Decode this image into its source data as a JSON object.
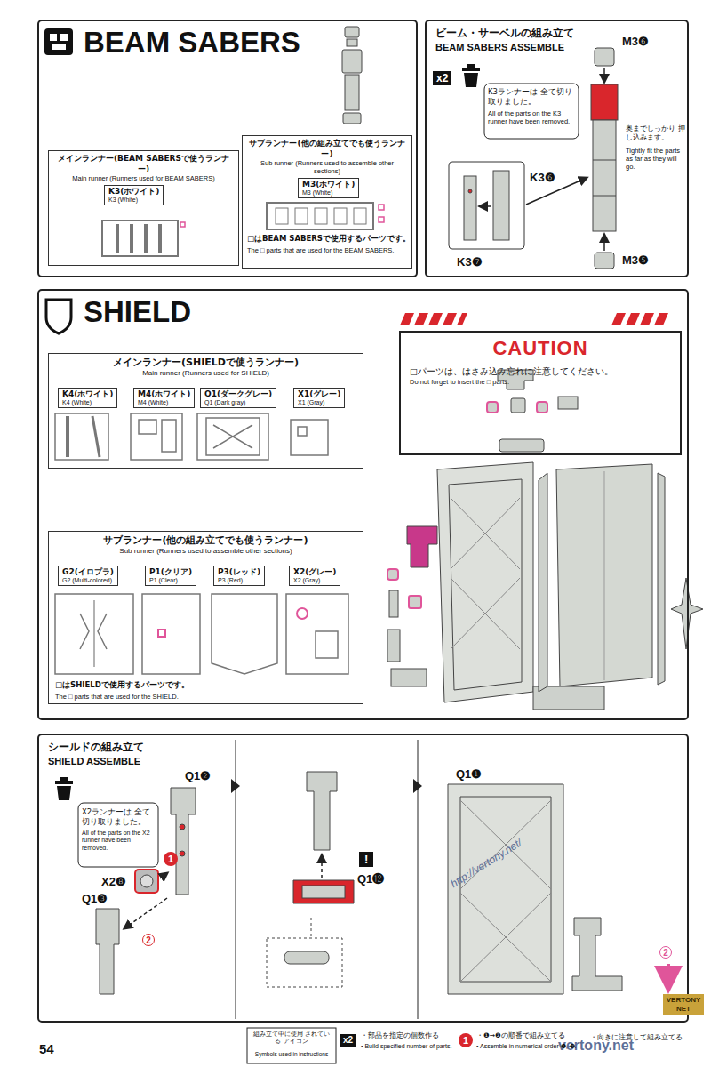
{
  "diagram": {
    "nodes": [
      {
        "text": [
          "BEAM SABERS"
        ]
      },
      {
        "text": [
          "メインランナー(BEAM SABERSで使うランナー)",
          "Main runner (Runners used for BEAM SABERS)"
        ],
        "in": 0
      },
      {
        "text": [
          "K3(ホワイト)",
          "K3 (White)"
        ],
        "in": 1
      },
      {
        "text": [
          "サブランナー(他の組み立てでも使うランナー)",
          "Sub runner (Runners used to assemble other sections)"
        ],
        "in": 0
      },
      {
        "text": [
          "M3(ホワイト)",
          "M3 (White)"
        ],
        "in": 3
      },
      {
        "text": [
          "ビーム・サーベルの組み立て",
          "BEAM SABERS ASSEMBLE"
        ]
      },
      {
        "text": [
          "SHIELD"
        ]
      },
      {
        "text": [
          "メインランナー(SHIELDで使うランナー)",
          "Main runner (Runners used for SHIELD)"
        ],
        "in": 6
      },
      {
        "text": [
          "K4(ホワイト)",
          "K4 (White)"
        ],
        "in": 7
      },
      {
        "text": [
          "M4(ホワイト)",
          "M4 (White)"
        ],
        "in": 7
      },
      {
        "text": [
          "Q1(ダークグレー)",
          "Q1 (Dark gray)"
        ],
        "in": 7
      },
      {
        "text": [
          "X1(グレー)",
          "X1 (Gray)"
        ],
        "in": 7
      },
      {
        "text": [
          "サブランナー(他の組み立てでも使うランナー)",
          "Sub runner (Runners used to assemble other sections)"
        ],
        "in": 6
      },
      {
        "text": [
          "G2(イロプラ)",
          "G2 (Multi-colored)"
        ],
        "in": 12
      },
      {
        "text": [
          "P1(クリア)",
          "P1 (Clear)"
        ],
        "in": 12
      },
      {
        "text": [
          "P3(レッド)",
          "P3 (Red)"
        ],
        "in": 12
      },
      {
        "text": [
          "X2(グレー)",
          "X2 (Gray)"
        ],
        "in": 12
      },
      {
        "text": [
          "CAUTION",
          "□パーツは、はさみ込み忘れに注意してください。",
          "Do not forget to insert the □ parts."
        ],
        "in": 6
      },
      {
        "text": [
          "シールドの組み立て",
          "SHIELD ASSEMBLE"
        ]
      }
    ],
    "labels": [
      "□はBEAM SABERSで使用するパーツです。",
      "The □ parts that are used for the BEAM SABERS.",
      "x2",
      "K3ランナーは 全て切り取りました。",
      "All of the parts on the K3 runner have been removed.",
      "M3❻",
      "奥までしっかり 押し込みます。",
      "Tightly fit the parts as far as they will go.",
      "K3❻",
      "K3❼",
      "M3❺",
      "□はSHIELDで使用するパーツです。",
      "The □ parts that are used for the SHIELD.",
      "X2ランナーは 全て切り取りました。",
      "All of the parts on the X2 runner have been removed.",
      "X2❽",
      "1",
      "Q1❷",
      "2",
      "Q1❸",
      "!",
      "Q1⓬",
      "Q1❶",
      "2",
      "http://vertony.net/",
      "VERTONY NET",
      "vertony.net",
      "54",
      "組み立て中に使用 されている アイコン",
      "Symbols used in instructions",
      "x2",
      "・部品を指定の個数作る",
      "• Build specified number of parts.",
      "1",
      "・❶→❷の順番で組み立てる",
      "• Assemble in numerical order ❶, ❷.",
      "・向きに注意して組み立てる"
    ]
  }
}
